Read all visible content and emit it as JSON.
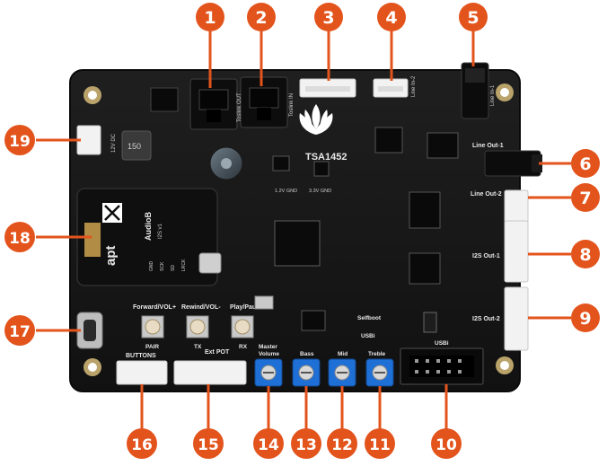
{
  "board": {
    "title": "TSA1452",
    "colors": {
      "pcb": "#161616",
      "callout": "#e3541d",
      "white_connector": "#f1f1f1",
      "pot_blue": "#1e6fd6"
    }
  },
  "labels": {
    "line_out_1": "Line Out-1",
    "line_out_2": "Line Out-2",
    "i2s_out_1": "I2S Out-1",
    "i2s_out_2": "I2S Out-2",
    "selfboot": "Selfboot",
    "usbi_small": "USBi",
    "usbi_header": "USBi",
    "buttons": "BUTTONS",
    "ext_pot": "Ext POT",
    "forward": "Forward/VOL+",
    "rewind": "Rewind/VOL-",
    "play": "Play/Pause",
    "pair": "PAIR",
    "tx": "TX",
    "rx": "RX",
    "master": "Master",
    "volume": "Volume",
    "bass": "Bass",
    "mid": "Mid",
    "treble": "Treble",
    "gnd12": "1.2V GND",
    "gnd33": "3.3V GND",
    "dc": "12V DC",
    "ind": "150",
    "audiob": "AudioB",
    "i2s_v": "I2S v1",
    "apt": "apt",
    "toslink_in": "Toslink IN",
    "toslink_out": "Toslink OUT",
    "line_in_2": "Line In-2",
    "line_in_1": "Line In-1",
    "gnd": "GND",
    "sck": "SCK",
    "sd": "SD",
    "lrck": "LRCK"
  },
  "callouts": [
    "1",
    "2",
    "3",
    "4",
    "5",
    "6",
    "7",
    "8",
    "9",
    "10",
    "11",
    "12",
    "13",
    "14",
    "15",
    "16",
    "17",
    "18",
    "19"
  ]
}
